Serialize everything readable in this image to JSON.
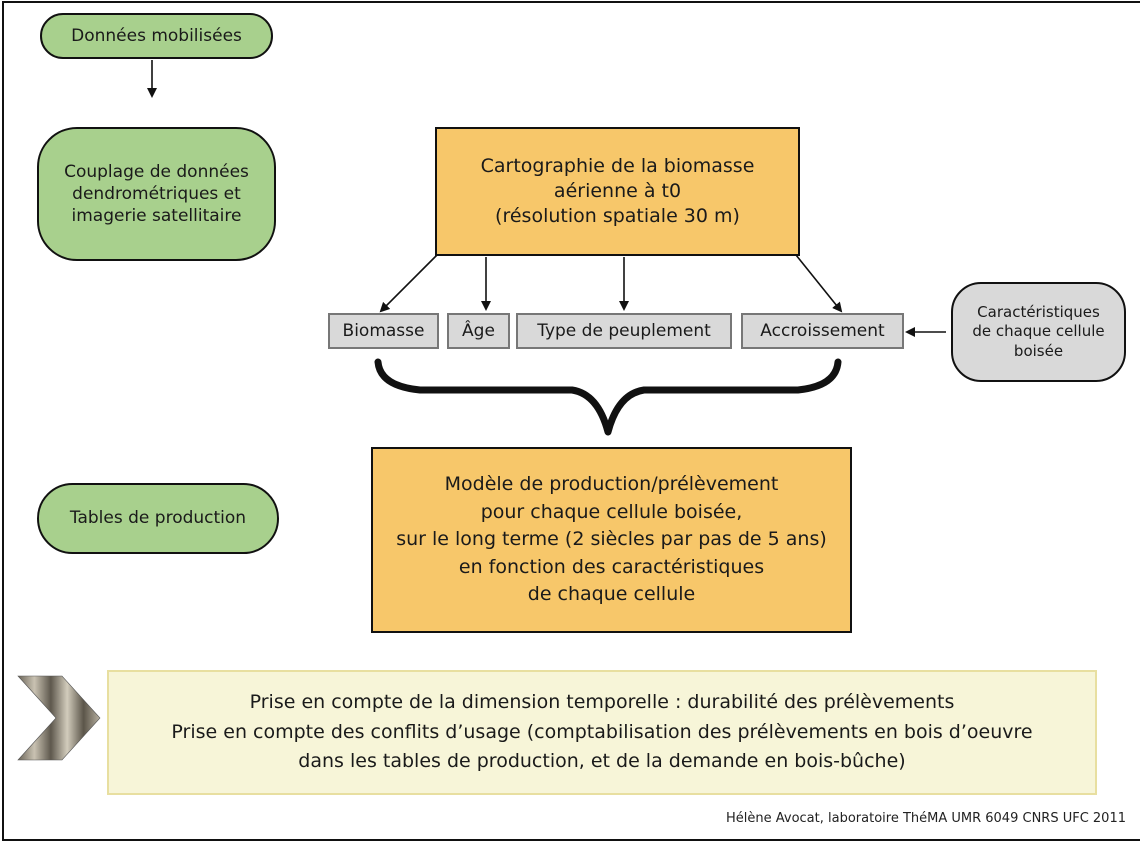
{
  "inputs": {
    "top": "Données mobilisées",
    "couplage": [
      "Couplage de données",
      "dendrométriques et",
      "imagerie satellitaire"
    ],
    "tables": "Tables de production"
  },
  "carto": [
    "Cartographie de la biomasse",
    "aérienne à t0",
    "(résolution spatiale 30 m)"
  ],
  "attributes": [
    "Biomasse",
    "Âge",
    "Type de peuplement",
    "Accroissement"
  ],
  "caracteristiques": [
    "Caractéristiques",
    "de chaque cellule",
    "boisée"
  ],
  "model": [
    "Modèle de production/prélèvement",
    "pour chaque cellule boisée,",
    "sur le long terme (2 siècles par pas de 5 ans)",
    "en fonction des caractéristiques",
    "de chaque cellule"
  ],
  "conclusion": [
    "Prise en compte de la dimension temporelle : durabilité des prélèvements",
    "Prise en compte des conflits d’usage (comptabilisation des prélèvements en bois d’oeuvre",
    "dans les tables de production, et de la demande en bois-bûche)"
  ],
  "credit": "Hélène Avocat, laboratoire ThéMA UMR 6049 CNRS UFC 2011",
  "colors": {
    "green": "#a8d08d",
    "orange": "#f7c76a",
    "grey": "#d9d9d9",
    "cream": "#f7f5d8"
  },
  "icons": [
    "arrow-chevron-icon"
  ]
}
